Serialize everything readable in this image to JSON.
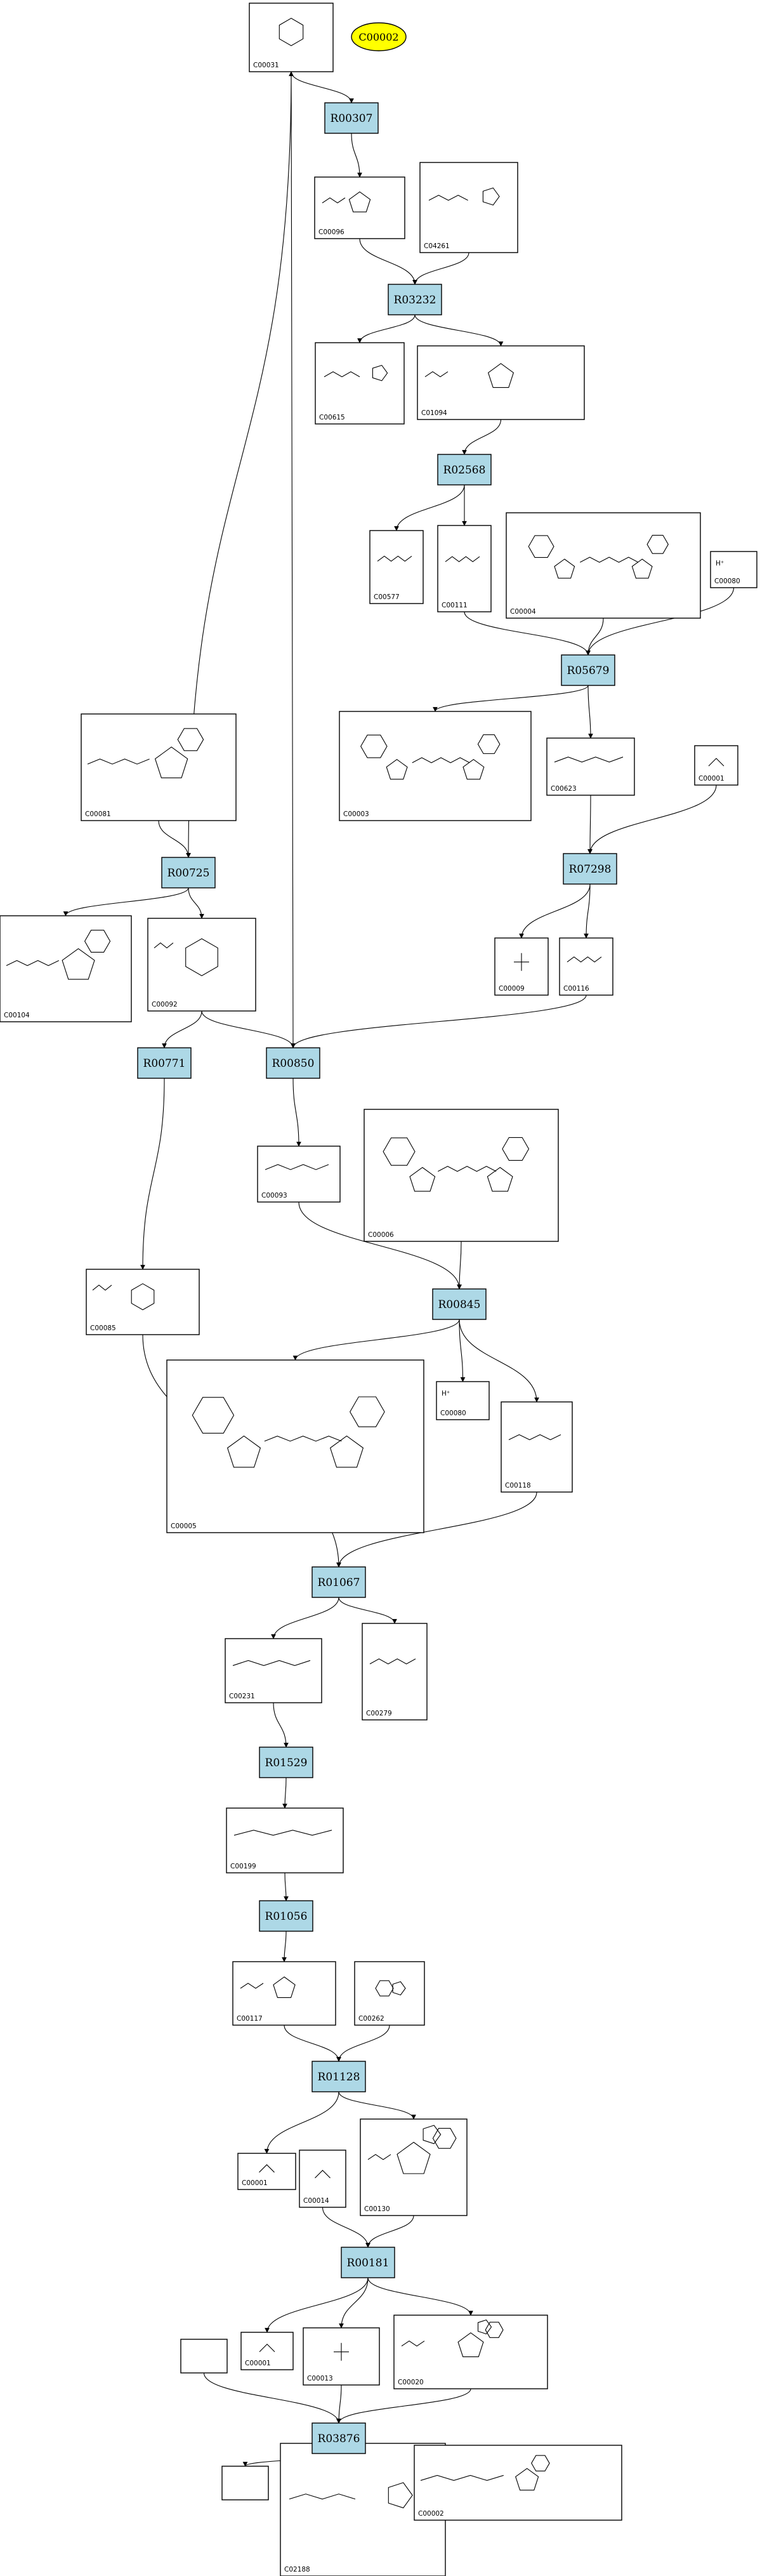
{
  "diagram": {
    "start_marker": {
      "label": "C00002",
      "color": "#ffff00"
    },
    "colors": {
      "reaction_fill": "#add8e6",
      "border": "#000000",
      "background": "#ffffff"
    },
    "reactions": [
      {
        "id": "R00307"
      },
      {
        "id": "R03232"
      },
      {
        "id": "R02568"
      },
      {
        "id": "R05679"
      },
      {
        "id": "R07298"
      },
      {
        "id": "R00725"
      },
      {
        "id": "R00771"
      },
      {
        "id": "R00850"
      },
      {
        "id": "R00845"
      },
      {
        "id": "R01067"
      },
      {
        "id": "R01529"
      },
      {
        "id": "R01056"
      },
      {
        "id": "R01128"
      },
      {
        "id": "R00181"
      },
      {
        "id": "R03876"
      }
    ],
    "compounds": [
      {
        "id": "C00031",
        "glyph": "hexose"
      },
      {
        "id": "C00096",
        "glyph": "pentose-phosphate"
      },
      {
        "id": "C04261",
        "glyph": "histidine-derivative"
      },
      {
        "id": "C00615",
        "glyph": "histidine-derivative"
      },
      {
        "id": "C01094",
        "glyph": "pentose-phosphate"
      },
      {
        "id": "C00577",
        "glyph": "triose"
      },
      {
        "id": "C00111",
        "glyph": "triose-phosphate"
      },
      {
        "id": "C00004",
        "glyph": "dinucleotide"
      },
      {
        "id": "C00080",
        "glyph": "text",
        "text": "H⁺"
      },
      {
        "id": "C00003",
        "glyph": "dinucleotide"
      },
      {
        "id": "C00623",
        "glyph": "triose-phosphate"
      },
      {
        "id": "C00001",
        "glyph": "water"
      },
      {
        "id": "C00081",
        "glyph": "nucleotide-triphosphate"
      },
      {
        "id": "C00104",
        "glyph": "nucleotide-diphosphate"
      },
      {
        "id": "C00092",
        "glyph": "hexose-phosphate"
      },
      {
        "id": "C00009",
        "glyph": "phosphate"
      },
      {
        "id": "C00116",
        "glyph": "glycerol"
      },
      {
        "id": "C00093",
        "glyph": "triose-phosphate"
      },
      {
        "id": "C00006",
        "glyph": "dinucleotide-phosphate"
      },
      {
        "id": "C00085",
        "glyph": "hexose-phosphate"
      },
      {
        "id": "C00080",
        "glyph": "text",
        "text": "H⁺"
      },
      {
        "id": "C00005",
        "glyph": "dinucleotide-phosphate"
      },
      {
        "id": "C00118",
        "glyph": "triose-phosphate"
      },
      {
        "id": "C00231",
        "glyph": "pentose-chain-phosphate"
      },
      {
        "id": "C00279",
        "glyph": "tetrose-phosphate"
      },
      {
        "id": "C00199",
        "glyph": "pentose-chain-phosphate"
      },
      {
        "id": "C00117",
        "glyph": "pentose-phosphate"
      },
      {
        "id": "C00262",
        "glyph": "purine-base"
      },
      {
        "id": "C00001",
        "glyph": "water"
      },
      {
        "id": "C00014",
        "glyph": "ammonia"
      },
      {
        "id": "C00130",
        "glyph": "nucleotide-monophosphate"
      },
      {
        "id": "C00001",
        "glyph": "water"
      },
      {
        "id": "C00013",
        "glyph": "diphosphate"
      },
      {
        "id": "C00020",
        "glyph": "nucleotide-monophosphate"
      },
      {
        "id": "",
        "glyph": "empty"
      },
      {
        "id": "",
        "glyph": "empty"
      },
      {
        "id": "C02188",
        "glyph": "lysine-derivative"
      },
      {
        "id": "C00002",
        "glyph": "nucleotide-triphosphate"
      }
    ]
  }
}
